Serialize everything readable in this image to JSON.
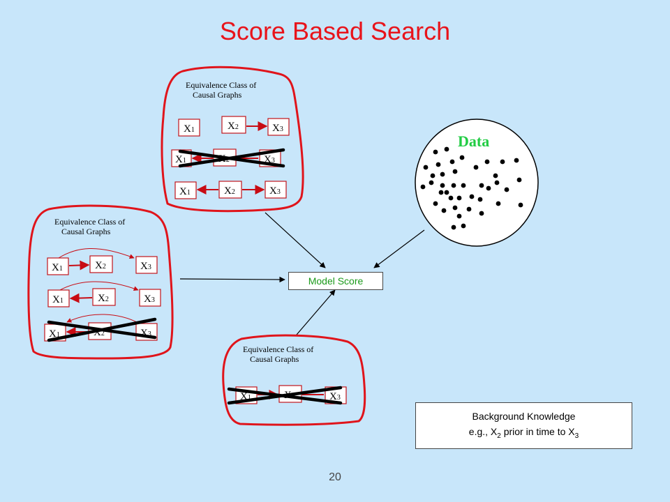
{
  "title": "Score Based Search",
  "equivalence_class_title_line1": "Equivalence Class of",
  "equivalence_class_title_line2": "Causal Graphs",
  "data_label": "Data",
  "model_score_label": "Model Score",
  "background_knowledge": {
    "line1": "Background Knowledge",
    "line2_prefix": "e.g.,  X",
    "line2_sub1": "2",
    "line2_mid": " prior in time to X",
    "line2_sub2": "3"
  },
  "node_letter": "X",
  "node_indices": [
    "1",
    "2",
    "3"
  ],
  "page_number": "20",
  "colors": {
    "background": "#c8e6fa",
    "title": "#e8141b",
    "blob_outline": "#e0141b",
    "edge": "#c80c14",
    "model_score_text": "#1a9a1a",
    "data_label": "#22cc44"
  }
}
